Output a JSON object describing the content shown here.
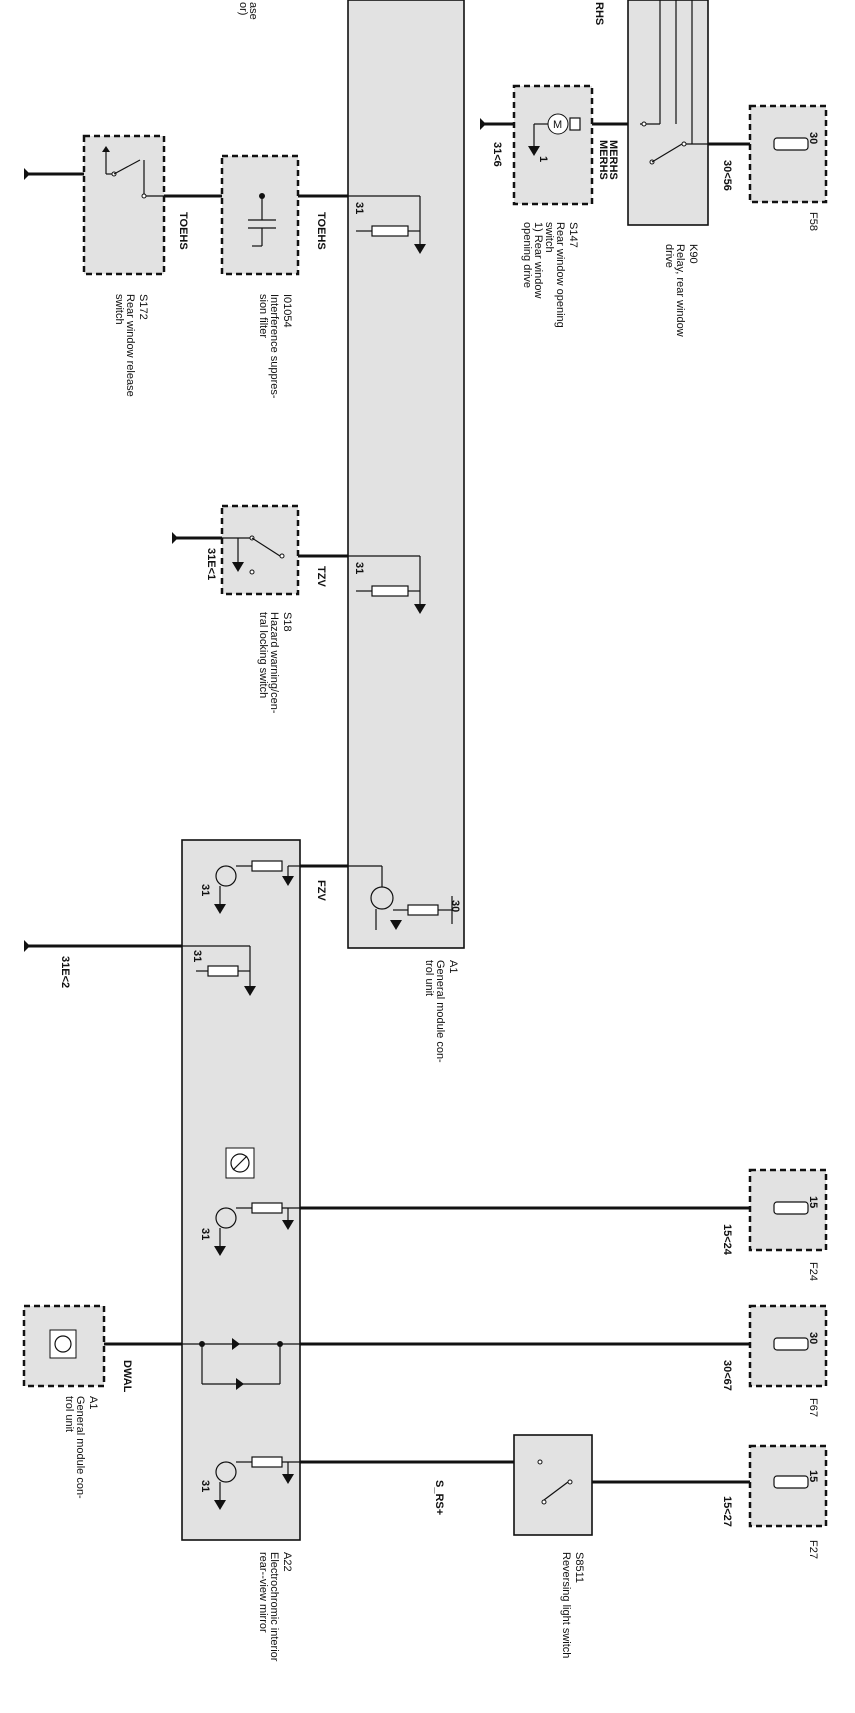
{
  "labels": {
    "top_left_partial": "ase",
    "top_left_partial2": "or)",
    "top_right_partial": "RHS",
    "toehs": "TOEHS",
    "toehs2": "TOEHS",
    "tzv": "TZV",
    "fzv": "FZV",
    "merhs": "MERHS",
    "merhs2": "MERHS",
    "dwal": "DWAL",
    "s_rs": "S_RS+",
    "g31_6": "31<6",
    "g31e_1": "31E<1",
    "g31e_2": "31E<2",
    "term30_56": "30<56",
    "term15_24": "15<24",
    "term30_67": "30<67",
    "term15_27": "15<27",
    "pin31": "31",
    "pin30": "30",
    "pin15": "15",
    "one": "1"
  },
  "components": {
    "s172": {
      "id": "S172",
      "desc1": "Rear window release",
      "desc2": "switch"
    },
    "i01054": {
      "id": "I01054",
      "desc1": "Interference suppres-",
      "desc2": "sion filter"
    },
    "s147": {
      "id": "S147",
      "desc1": "Rear window opening",
      "desc2": "switch",
      "desc3": "1) Rear window",
      "desc4": "opening drive"
    },
    "k90": {
      "id": "K90",
      "desc1": "Relay, rear window",
      "desc2": "drive"
    },
    "f58": {
      "id": "F58"
    },
    "s18": {
      "id": "S18",
      "desc1": "Hazard warning/cen-",
      "desc2": "tral locking switch"
    },
    "a1": {
      "id": "A1",
      "desc1": "General module con-",
      "desc2": "trol unit"
    },
    "a1b": {
      "id": "A1",
      "desc1": "General module con-",
      "desc2": "trol unit"
    },
    "a22": {
      "id": "A22",
      "desc1": "Electrochromic interior",
      "desc2": "rear--view mirror"
    },
    "s8511": {
      "id": "S8511",
      "desc1": "Reversing light switch"
    },
    "f24": {
      "id": "F24"
    },
    "f67": {
      "id": "F67"
    },
    "f27": {
      "id": "F27"
    }
  }
}
